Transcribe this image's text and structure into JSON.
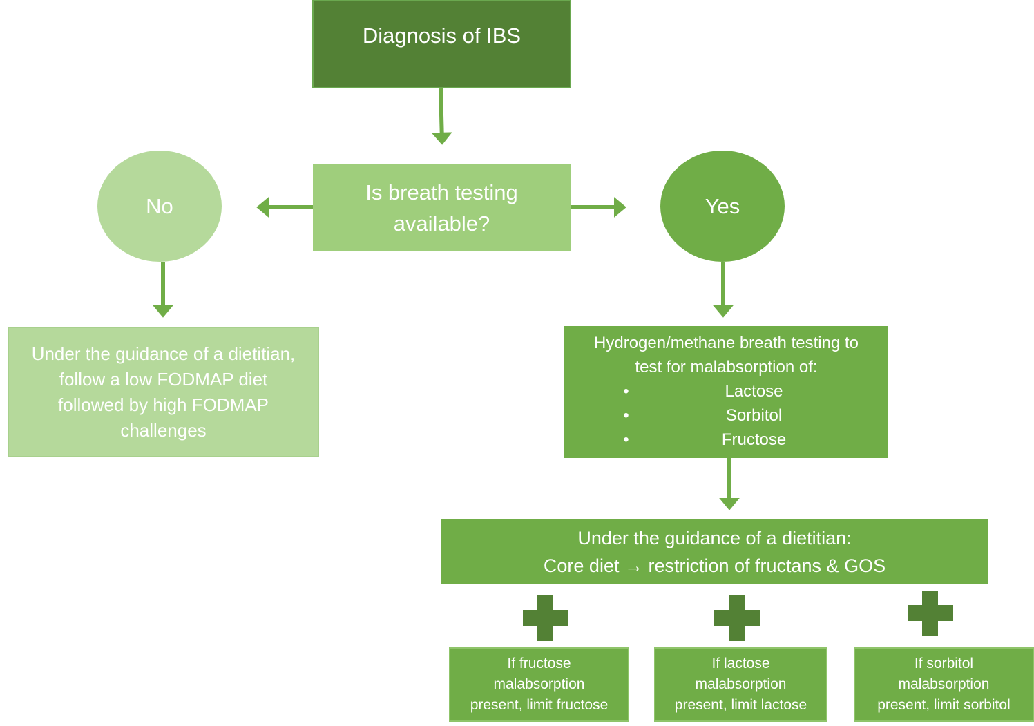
{
  "nodes": {
    "diagnosis": "Diagnosis of IBS",
    "question_line1": "Is breath testing",
    "question_line2": "available?",
    "no": "No",
    "yes": "Yes",
    "no_action_line1": "Under the guidance of a dietitian,",
    "no_action_line2": "follow a low FODMAP diet",
    "no_action_line3": "followed by high FODMAP",
    "no_action_line4": "challenges",
    "breath_test_line1": "Hydrogen/methane breath testing to",
    "breath_test_line2": "test for malabsorption of:",
    "breath_test_items": [
      "Lactose",
      "Sorbitol",
      "Fructose"
    ],
    "bullet": "•",
    "core_line1": "Under the guidance of a dietitian:",
    "core_line2": "Core diet → restriction of fructans & GOS",
    "fructose_line1": "If fructose",
    "fructose_line2": "malabsorption",
    "fructose_line3": "present, limit fructose",
    "lactose_line1": "If lactose",
    "lactose_line2": "malabsorption",
    "lactose_line3": "present, limit lactose",
    "sorbitol_line1": "If sorbitol",
    "sorbitol_line2": "malabsorption",
    "sorbitol_line3": "present, limit sorbitol"
  },
  "colors": {
    "dark_green": "#538135",
    "mid_green": "#70ad47",
    "light_green": "#9fce7c",
    "pale_green": "#b5d99b",
    "arrow": "#70ad47"
  }
}
